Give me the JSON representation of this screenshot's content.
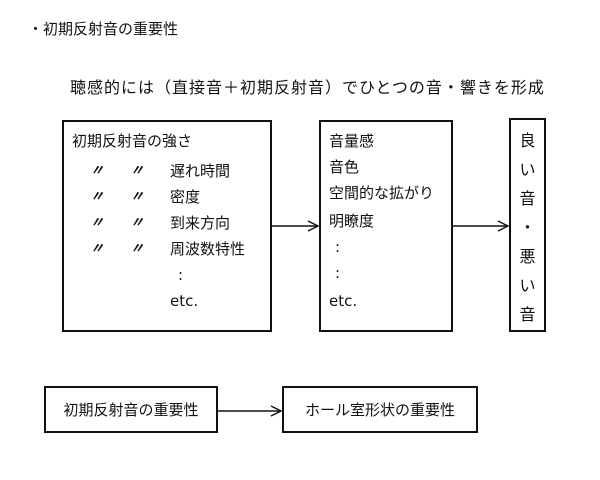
{
  "heading": "・初期反射音の重要性",
  "subtitle": "聴感的には（直接音＋初期反射音）でひとつの音・響きを形成",
  "factors": {
    "title": "初期反射音の強さ",
    "ditto_mark": "〃",
    "rows": [
      "遅れ時間",
      "密度",
      "到来方向",
      "周波数特性"
    ],
    "more": [
      ":",
      "etc."
    ]
  },
  "perceptions": {
    "items": [
      "音量感",
      "音色",
      "空間的な拡がり",
      "明瞭度",
      ":",
      ":",
      "etc."
    ]
  },
  "result": {
    "chars": [
      "良",
      "い",
      "音",
      "・",
      "悪",
      "い",
      "音"
    ]
  },
  "importance": {
    "early_reflection": "初期反射音の重要性",
    "hall_shape": "ホール室形状の重要性"
  }
}
